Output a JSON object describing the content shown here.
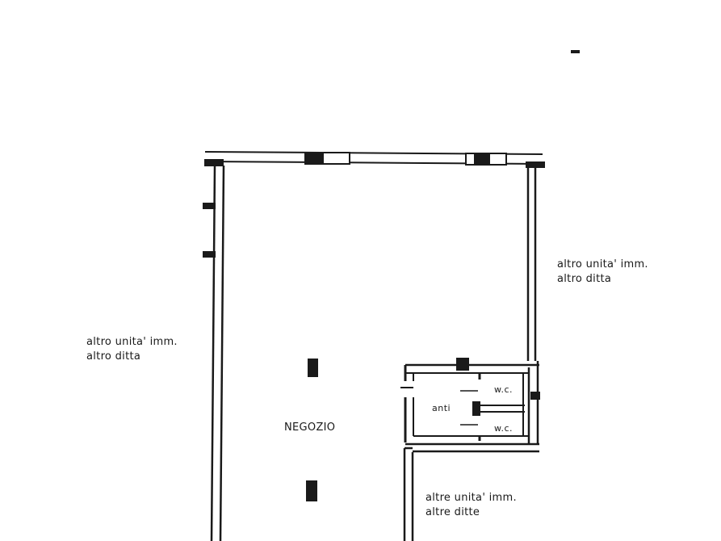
{
  "labels": {
    "right_upper": {
      "line1": "altro unita' imm.",
      "line2": "altro ditta"
    },
    "left": {
      "line1": "altro unita' imm.",
      "line2": "altro ditta"
    },
    "bottom_right": {
      "line1": "altre unita' imm.",
      "line2": "altre ditte"
    },
    "room_main": "NEGOZIO",
    "room_anti": "anti",
    "room_wc_top": "w.c.",
    "room_wc_bottom": "w.c."
  },
  "colors": {
    "ink": "#1a1a1a",
    "paper": "#ffffff"
  }
}
